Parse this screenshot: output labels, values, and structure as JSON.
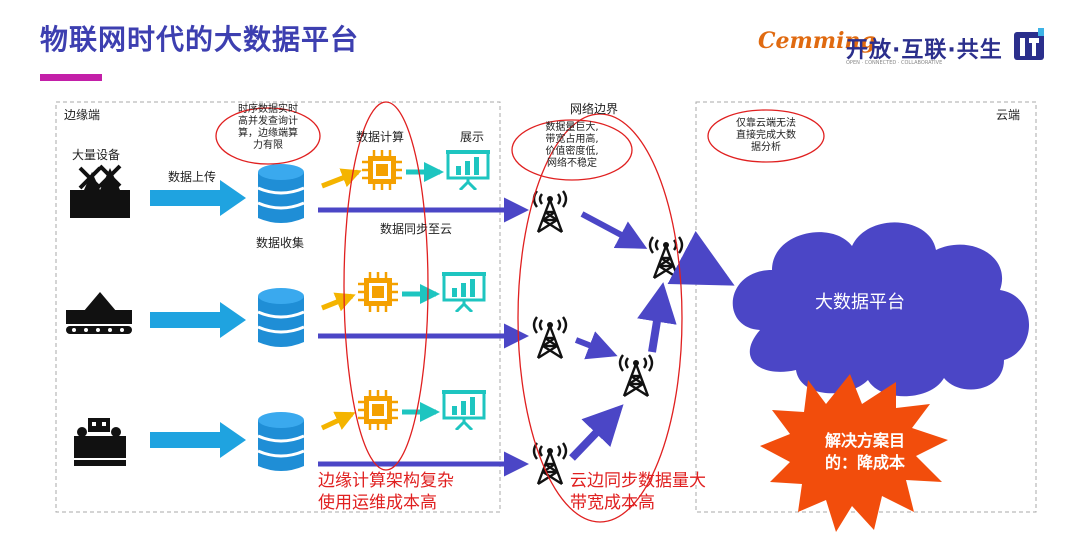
{
  "header": {
    "title": "物联网时代的大数据平台",
    "logo_script": "Cemming",
    "logo_slogan": "开放·互联·共生",
    "logo_sub": "OPEN · CONNECTED · COLLABORATIVE"
  },
  "zones": {
    "edge": "边缘端",
    "network": "网络边界",
    "cloud": "云端"
  },
  "labels": {
    "many_devices": "大量设备",
    "data_upload": "数据上传",
    "data_collect": "数据收集",
    "data_compute": "数据计算",
    "display": "展示",
    "data_sync": "数据同步至云"
  },
  "notes": {
    "edge_note": [
      "时序数据实时",
      "高并发查询计",
      "算，边缘端算",
      "力有限"
    ],
    "network_note": [
      "数据量巨大,",
      "带宽占用高,",
      "价值密度低,",
      "网络不稳定"
    ],
    "cloud_note": [
      "仅靠云端无法",
      "直接完成大数",
      "据分析"
    ]
  },
  "problems": {
    "edge_problem": [
      "边缘计算架构复杂",
      "使用运维成本高"
    ],
    "sync_problem": [
      "云边同步数据量大",
      "带宽成本高"
    ]
  },
  "platform": "大数据平台",
  "goal": [
    "解决方案目",
    "的：降成本"
  ],
  "colors": {
    "title": "#3d3fb0",
    "accent_bar": "#c31fa8",
    "blue_arrow": "#1fa3e0",
    "db_blue": "#1f8ed6",
    "chip_orange": "#f4a000",
    "teal": "#1ec5c0",
    "cloud": "#4b46c6",
    "burst": "#f24d0c",
    "red": "#e02020"
  }
}
